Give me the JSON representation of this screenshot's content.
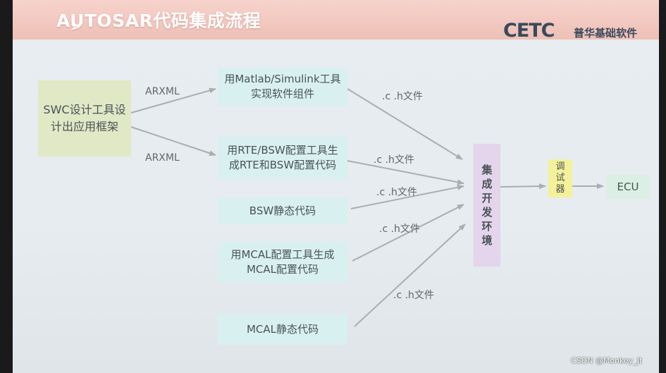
{
  "slide": {
    "title": "AUTOSAR代码集成流程",
    "title_arrow": "➢",
    "logo_text": "CETC",
    "company_name": "普华基础软件"
  },
  "diagram": {
    "nodes": {
      "swc": {
        "line1": "SWC设计工具设",
        "line2": "计出应用框架"
      },
      "matlab": {
        "line1": "用Matlab/Simulink工具",
        "line2": "实现软件组件"
      },
      "rte": {
        "line1": "用RTE/BSW配置工具生",
        "line2": "成RTE和BSW配置代码"
      },
      "bsw_static": {
        "label": "BSW静态代码"
      },
      "mcal_cfg": {
        "line1": "用MCAL配置工具生成",
        "line2": "MCAL配置代码"
      },
      "mcal_static": {
        "label": "MCAL静态代码"
      },
      "ide": {
        "chars": [
          "集",
          "成",
          "开",
          "发",
          "环",
          "境"
        ]
      },
      "debugger": {
        "chars": [
          "调",
          "试",
          "器"
        ]
      },
      "ecu": {
        "label": "ECU"
      }
    },
    "edge_labels": {
      "arxml_1": "ARXML",
      "arxml_2": "ARXML",
      "ch_1": ".c .h文件",
      "ch_2": ".c .h文件",
      "ch_3": ".c .h文件",
      "ch_4": ".c .h文件",
      "ch_5": ".c .h文件"
    },
    "colors": {
      "arrow": "#a9aeb1",
      "swc_fill": "#e1e8c6",
      "step_fill": "#d9f0f0",
      "ide_fill": "#e4d4ec",
      "debugger_fill": "#f3f29a",
      "ecu_fill": "#dcefe4"
    }
  },
  "watermark": "CSDN @Monkey_Jt"
}
